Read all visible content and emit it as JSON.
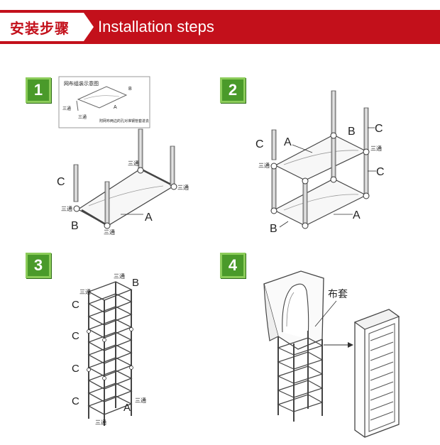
{
  "header": {
    "title_cn": "安装步骤",
    "title_en": "Installation steps",
    "accent_color": "#c3101b",
    "badge_color": "#4a9a2a"
  },
  "steps": [
    {
      "number": "1"
    },
    {
      "number": "2"
    },
    {
      "number": "3"
    },
    {
      "number": "4"
    }
  ],
  "inset": {
    "title": "网布组装示意图",
    "note": "附网布两边的孔对准钢管套进去",
    "label_a": "A",
    "label_b": "B",
    "label_tee": "三通"
  },
  "labels": {
    "A": "A",
    "B": "B",
    "C": "C",
    "tee": "三通",
    "cover": "布套"
  }
}
